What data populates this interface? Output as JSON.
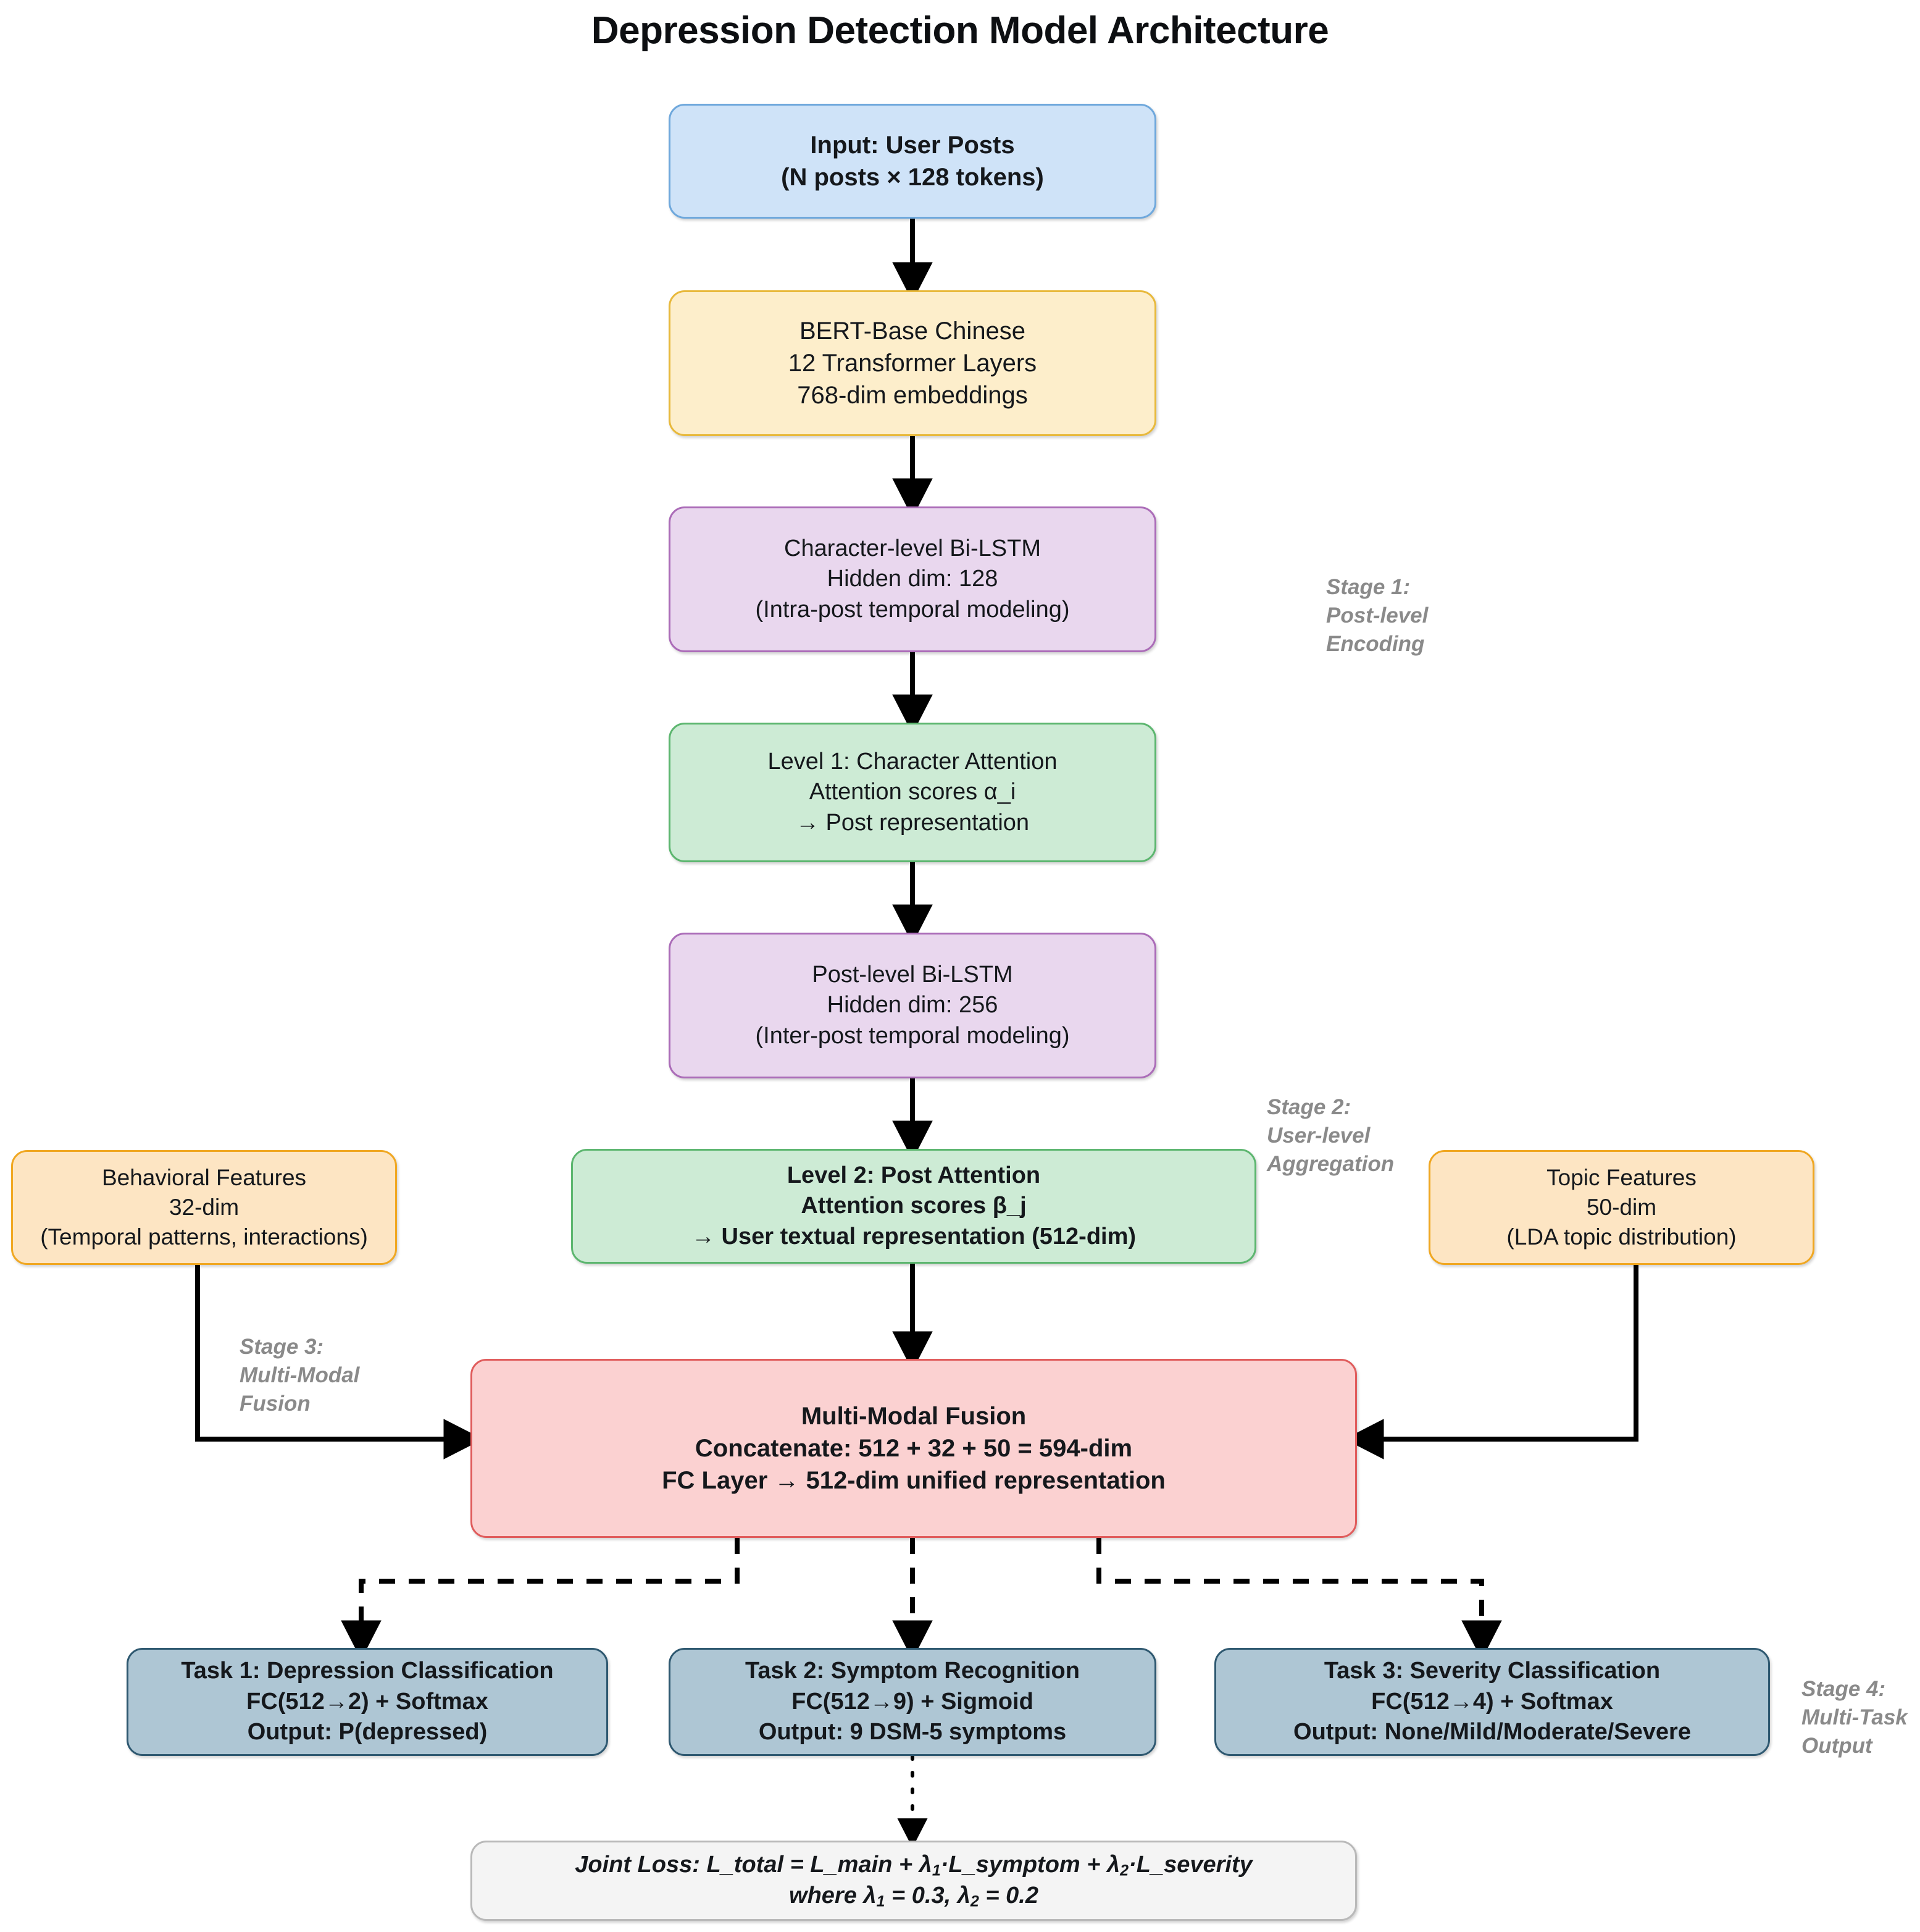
{
  "diagram": {
    "title": "Depression Detection Model Architecture",
    "type": "flowchart",
    "background": "#ffffff"
  },
  "colors": {
    "input_fill": "#cfe3f8",
    "input_stroke": "#6fa8dc",
    "bert_fill": "#fdeecb",
    "bert_stroke": "#e8b93c",
    "lstm_fill": "#e9d7ee",
    "lstm_stroke": "#ab6cb8",
    "attention_fill": "#cdebd5",
    "attention_stroke": "#5cb66f",
    "feature_fill": "#fde5c3",
    "feature_stroke": "#f0a721",
    "fusion_fill": "#fbd1d1",
    "fusion_stroke": "#e05c5c",
    "task_fill": "#aec6d4",
    "task_stroke": "#2e5870",
    "loss_fill": "#f4f4f4",
    "loss_stroke": "#b9b9b9",
    "stage_label": "#8a8a8a",
    "edge": "#000000"
  },
  "nodes": {
    "input": {
      "lines": [
        "Input: User Posts",
        "(N posts × 128 tokens)"
      ],
      "bold": true
    },
    "bert": {
      "lines": [
        "BERT-Base Chinese",
        "12 Transformer Layers",
        "768-dim embeddings"
      ],
      "bold": false
    },
    "char_lstm": {
      "lines": [
        "Character-level Bi-LSTM",
        "Hidden dim: 128",
        "(Intra-post temporal modeling)"
      ],
      "bold": false
    },
    "level1": {
      "lines": [
        "Level 1: Character Attention",
        "Attention scores α_i",
        "→ Post representation"
      ],
      "bold": false
    },
    "post_lstm": {
      "lines": [
        "Post-level Bi-LSTM",
        "Hidden dim: 256",
        "(Inter-post temporal modeling)"
      ],
      "bold": false
    },
    "level2": {
      "lines": [
        "Level 2: Post Attention",
        "Attention scores β_j",
        "→ User textual representation (512-dim)"
      ],
      "bold": true
    },
    "behavioral": {
      "lines": [
        "Behavioral Features",
        "32-dim",
        "(Temporal patterns, interactions)"
      ],
      "bold": false
    },
    "topic": {
      "lines": [
        "Topic Features",
        "50-dim",
        "(LDA topic distribution)"
      ],
      "bold": false
    },
    "fusion": {
      "lines": [
        "Multi-Modal Fusion",
        "Concatenate: 512 + 32 + 50 = 594-dim",
        "FC Layer → 512-dim unified representation"
      ],
      "bold": true
    },
    "task1": {
      "lines": [
        "Task 1: Depression Classification",
        "FC(512→2) + Softmax",
        "Output: P(depressed)"
      ],
      "bold": true
    },
    "task2": {
      "lines": [
        "Task 2: Symptom Recognition",
        "FC(512→9) + Sigmoid",
        "Output: 9 DSM-5 symptoms"
      ],
      "bold": true
    },
    "task3": {
      "lines": [
        "Task 3: Severity Classification",
        "FC(512→4) + Softmax",
        "Output: None/Mild/Moderate/Severe"
      ],
      "bold": true
    },
    "loss": {
      "line1_a": "Joint Loss: L_total = L_main + λ",
      "line1_sub1": "1",
      "line1_b": "·L_symptom + λ",
      "line1_sub2": "2",
      "line1_c": "·L_severity",
      "line2_a": "where λ",
      "line2_sub1": "1",
      "line2_b": " = 0.3, λ",
      "line2_sub2": "2",
      "line2_c": " = 0.2"
    }
  },
  "stage_labels": {
    "stage1": [
      "Stage 1:",
      "Post-level",
      "Encoding"
    ],
    "stage2": [
      "Stage 2:",
      "User-level",
      "Aggregation"
    ],
    "stage3": [
      "Stage 3:",
      "Multi-Modal",
      "Fusion"
    ],
    "stage4": [
      "Stage 4:",
      "Multi-Task",
      "Output"
    ]
  },
  "edges": [
    {
      "from": "input",
      "to": "bert",
      "style": "solid"
    },
    {
      "from": "bert",
      "to": "char_lstm",
      "style": "solid"
    },
    {
      "from": "char_lstm",
      "to": "level1",
      "style": "solid"
    },
    {
      "from": "level1",
      "to": "post_lstm",
      "style": "solid"
    },
    {
      "from": "post_lstm",
      "to": "level2",
      "style": "solid"
    },
    {
      "from": "level2",
      "to": "fusion",
      "style": "solid"
    },
    {
      "from": "behavioral",
      "to": "fusion",
      "style": "solid-elbow"
    },
    {
      "from": "topic",
      "to": "fusion",
      "style": "solid-elbow"
    },
    {
      "from": "fusion",
      "to": "task1",
      "style": "dashed-elbow"
    },
    {
      "from": "fusion",
      "to": "task2",
      "style": "dashed"
    },
    {
      "from": "fusion",
      "to": "task3",
      "style": "dashed-elbow"
    },
    {
      "from": "task2",
      "to": "loss",
      "style": "dotted"
    }
  ]
}
